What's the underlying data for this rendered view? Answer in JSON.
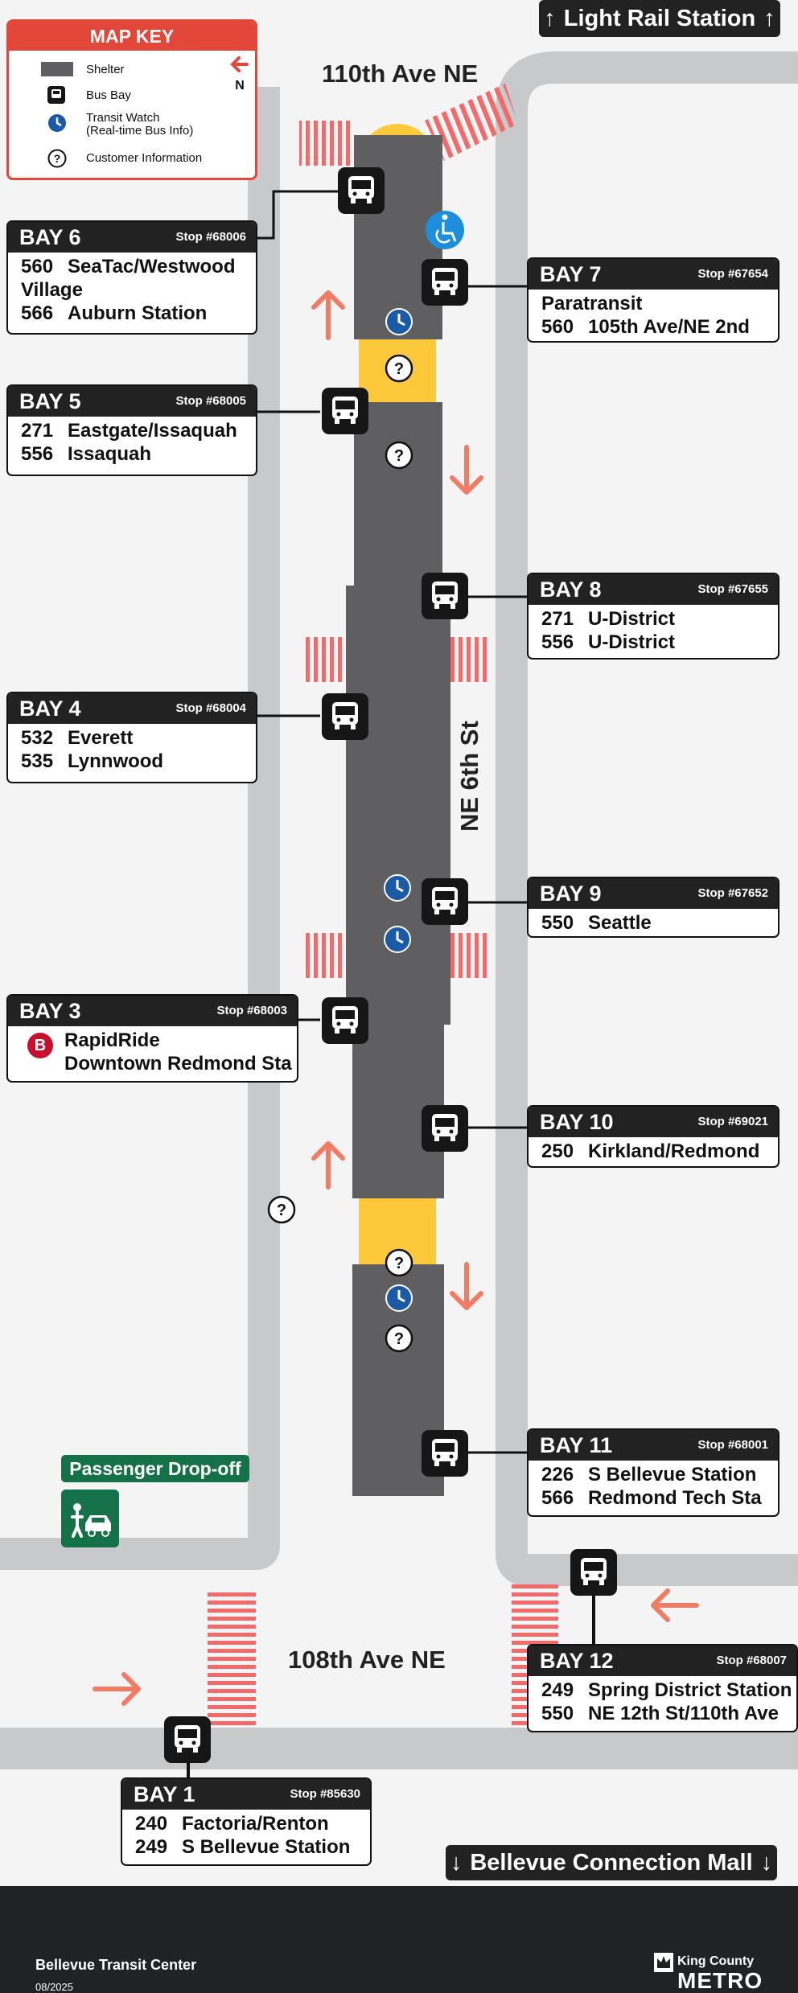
{
  "top_banner": {
    "label": "Light Rail Station"
  },
  "bottom_banner": {
    "label": "Bellevue Connection Mall"
  },
  "map_key": {
    "title": "MAP KEY",
    "north_label": "N",
    "items": [
      {
        "icon": "shelter-icon",
        "label": "Shelter"
      },
      {
        "icon": "bus-bay-icon",
        "label": "Bus Bay"
      },
      {
        "icon": "transit-watch-icon",
        "label": "Transit Watch\n(Real-time Bus Info)"
      },
      {
        "icon": "customer-information-icon",
        "label": "Customer Information"
      }
    ]
  },
  "streets": {
    "north": "110th Ave NE",
    "south": "108th Ave NE",
    "side": "NE 6th St"
  },
  "passenger_dropoff": {
    "label": "Passenger Drop-off"
  },
  "bays": {
    "bay6": {
      "name": "BAY 6",
      "stop": "Stop #68006",
      "routes": [
        {
          "num": "560",
          "dest": "SeaTac/Westwood",
          "cont": "Village"
        },
        {
          "num": "566",
          "dest": "Auburn Station"
        }
      ]
    },
    "bay7": {
      "name": "BAY 7",
      "stop": "Stop #67654",
      "routes": [
        {
          "num": "",
          "dest": "Paratransit"
        },
        {
          "num": "560",
          "dest": "105th Ave/NE 2nd"
        }
      ]
    },
    "bay5": {
      "name": "BAY 5",
      "stop": "Stop #68005",
      "routes": [
        {
          "num": "271",
          "dest": "Eastgate/Issaquah"
        },
        {
          "num": "556",
          "dest": "Issaquah"
        }
      ]
    },
    "bay8": {
      "name": "BAY 8",
      "stop": "Stop #67655",
      "routes": [
        {
          "num": "271",
          "dest": "U-District"
        },
        {
          "num": "556",
          "dest": "U-District"
        }
      ]
    },
    "bay4": {
      "name": "BAY 4",
      "stop": "Stop #68004",
      "routes": [
        {
          "num": "532",
          "dest": "Everett"
        },
        {
          "num": "535",
          "dest": "Lynnwood"
        }
      ]
    },
    "bay9": {
      "name": "BAY 9",
      "stop": "Stop #67652",
      "routes": [
        {
          "num": "550",
          "dest": "Seattle"
        }
      ]
    },
    "bay3": {
      "name": "BAY 3",
      "stop": "Stop #68003",
      "rapidride_letter": "B",
      "routes": [
        {
          "num": "",
          "dest": "RapidRide"
        },
        {
          "num": "",
          "dest": "Downtown Redmond Sta"
        }
      ]
    },
    "bay10": {
      "name": "BAY 10",
      "stop": "Stop #69021",
      "routes": [
        {
          "num": "250",
          "dest": "Kirkland/Redmond"
        }
      ]
    },
    "bay11": {
      "name": "BAY 11",
      "stop": "Stop #68001",
      "routes": [
        {
          "num": "226",
          "dest": "S Bellevue Station"
        },
        {
          "num": "566",
          "dest": "Redmond Tech Sta"
        }
      ]
    },
    "bay12": {
      "name": "BAY 12",
      "stop": "Stop #68007",
      "routes": [
        {
          "num": "249",
          "dest": "Spring District Station"
        },
        {
          "num": "550",
          "dest": "NE 12th St/110th Ave"
        }
      ]
    },
    "bay1": {
      "name": "BAY 1",
      "stop": "Stop #85630",
      "routes": [
        {
          "num": "240",
          "dest": "Factoria/Renton"
        },
        {
          "num": "249",
          "dest": "S Bellevue Station"
        }
      ]
    }
  },
  "footer": {
    "title": "Bellevue Transit Center",
    "date": "08/2025",
    "brand_top": "King County",
    "brand_bottom": "METRO"
  },
  "colors": {
    "accent": "#e2473a",
    "shelter": "#5f5e60",
    "platform": "#fdc93a",
    "road": "#c8c9cb",
    "transit_watch": "#1a5aa6",
    "dropoff": "#157148",
    "rapidride": "#c8102e",
    "footer_bg": "#212223"
  }
}
